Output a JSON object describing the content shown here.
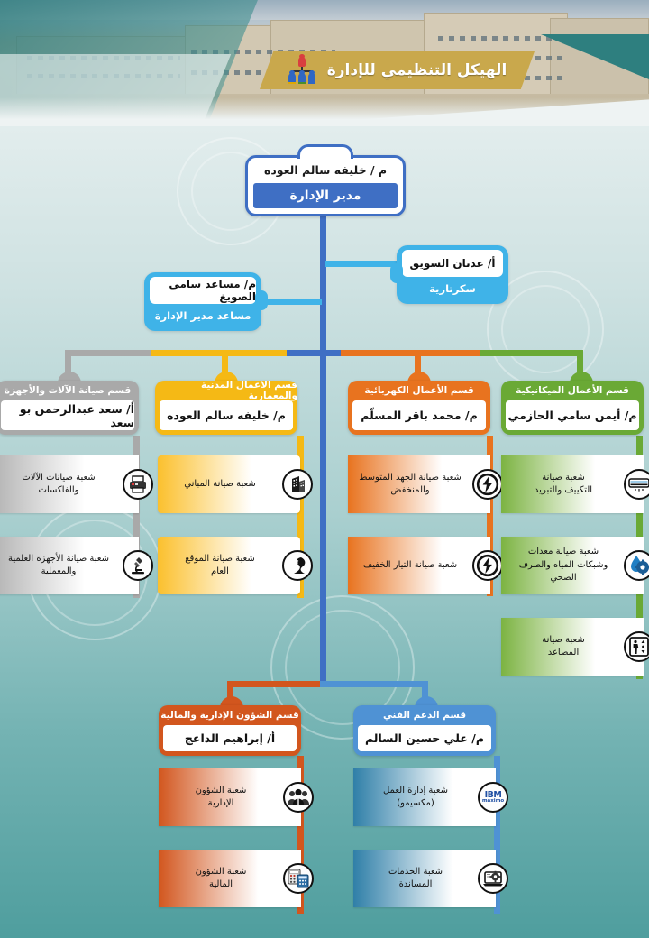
{
  "header": {
    "banner_title": "الهيكل التنظيمي  للإدارة",
    "banner_icon": "org-chart-icon",
    "banner_color": "#c9a84c",
    "photo_alt": "building-photo"
  },
  "chart": {
    "manager": {
      "name": "م / خليفه سالم العوده",
      "role": "مدير الإدارة",
      "color": "#3f6fc4"
    },
    "secretary": {
      "name": "أ/ عدنان السويق",
      "role": "سكرتارية",
      "color": "#3fb3e8"
    },
    "assistant": {
      "name": "م/ مساعد سامي الصويغ",
      "role": "مساعد مدير الإدارة",
      "color": "#3fb3e8"
    },
    "departments": [
      {
        "title": "قسم صيانة الآلات والأجهزة",
        "name": "أ/ سعد عبدالرحمن بو سعد",
        "color": "#a9a9a9",
        "units": [
          {
            "line1": "شعبة صيانات الآلات والفاكسات",
            "line2": "",
            "icon": "printer-icon"
          },
          {
            "line1": "شعبة صيانة الأجهزة العلمية",
            "line2": "والمعملية",
            "icon": "microscope-icon"
          }
        ]
      },
      {
        "title": "قسم الأعمال المدنية والمعمارية",
        "name": "م/ خليفه سالم العوده",
        "color": "#f5b915",
        "units": [
          {
            "line1": "شعبة صيانة المباني",
            "line2": "",
            "icon": "building-icon"
          },
          {
            "line1": "شعبة صيانة الموقع",
            "line2": "العام",
            "icon": "road-icon"
          }
        ]
      },
      {
        "title": "قسم الأعمال الكهربائية",
        "name": "م/ محمد باقر المسلّم",
        "color": "#e8731f",
        "units": [
          {
            "line1": "شعبة صيانة الجهد المتوسط",
            "line2": "والمنخفض",
            "icon": "high-voltage-icon"
          },
          {
            "line1": "شعبة صيانة التيار الخفيف",
            "line2": "",
            "icon": "high-voltage-icon"
          }
        ]
      },
      {
        "title": "قسم الأعمال الميكانيكية",
        "name": "م/ أيمن سامي الحازمي",
        "color": "#6aa935",
        "units": [
          {
            "line1": "شعبة صيانة",
            "line2": "التكييف والتبريد",
            "icon": "air-conditioner-icon"
          },
          {
            "line1": "شعبة صيانة معدات",
            "line2": "وشبكات المياه والصرف الصحي",
            "icon": "water-gear-icon"
          },
          {
            "line1": "شعبة صيانة",
            "line2": "المصاعد",
            "icon": "elevator-icon"
          }
        ]
      }
    ],
    "bottom_departments": [
      {
        "title": "قسم الشؤون الإدارية والمالية",
        "name": "أ/ إبراهيم الداعج",
        "color": "#d2561e",
        "units": [
          {
            "line1": "شعبة الشؤون",
            "line2": "الإدارية",
            "icon": "people-group-icon"
          },
          {
            "line1": "شعبة الشؤون",
            "line2": "المالية",
            "icon": "calculator-icon"
          }
        ]
      },
      {
        "title": "قسم الدعم الفني",
        "name": "م/ علي حسين السالم",
        "color": "#4f92d4",
        "units": [
          {
            "line1": "شعبة إدارة العمل",
            "line2": "(مكسيمو)",
            "icon": "ibm-maximo-icon"
          },
          {
            "line1": "شعبة الخدمات",
            "line2": "المساندة",
            "icon": "laptop-gear-icon"
          }
        ]
      }
    ]
  }
}
